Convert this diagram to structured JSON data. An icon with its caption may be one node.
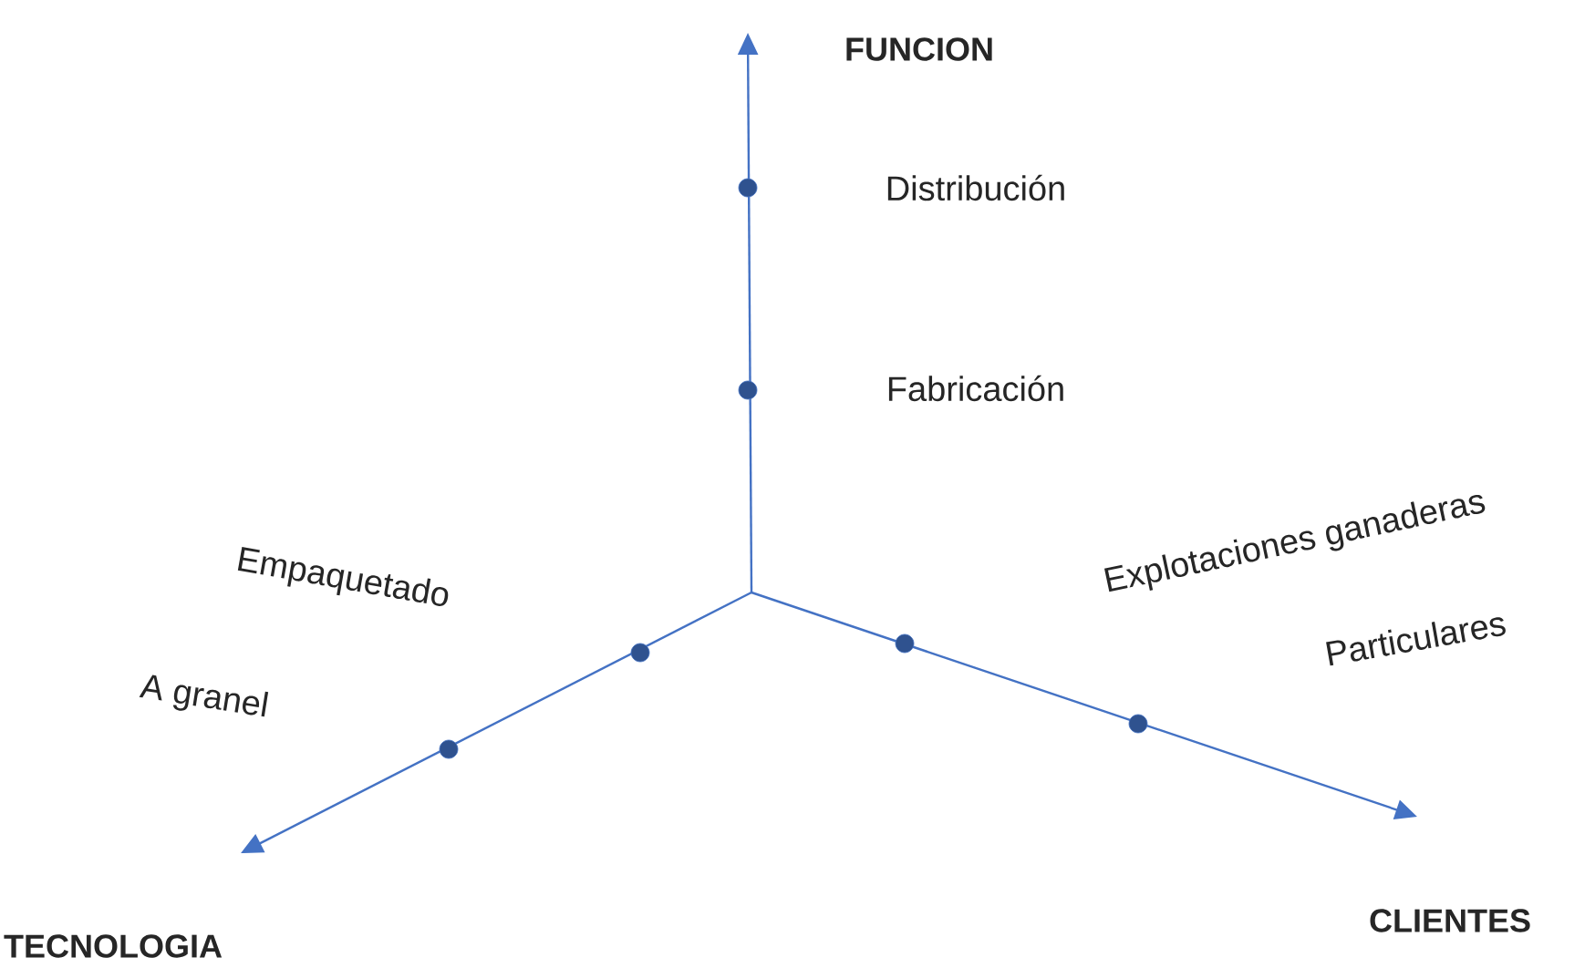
{
  "diagram": {
    "labels": [
      "FUNCION",
      "Distribución",
      "Fabricación",
      "Empaquetado",
      "Explotaciones ganaderas",
      "Particulares",
      "A granel",
      "TECNOLOGIA",
      "CLIENTES"
    ]
  }
}
